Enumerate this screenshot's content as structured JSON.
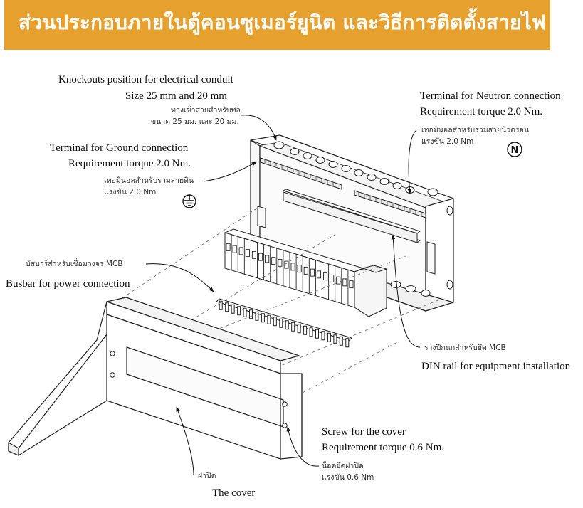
{
  "banner": {
    "title": "ส่วนประกอบภายในตู้คอนซูเมอร์ยูนิต และวิธีการติดตั้งสายไฟ",
    "color": "#e6a02e"
  },
  "labels": {
    "knockout": {
      "en_line1": "Knockouts position for electrical conduit",
      "en_line2": "Size 25 mm and 20 mm",
      "th_line1": "ทางเข้าสายสำหรับท่อ",
      "th_line2": "ขนาด 25 มม. และ 20 มม."
    },
    "neutron": {
      "en_line1": "Terminal for Neutron connection",
      "en_line2": "Requirement torque 2.0 Nm.",
      "th_line1": "เทอมินอลสำหรับรวมสายนิวตรอน",
      "th_line2": "แรงขัน 2.0 Nm",
      "symbol": "N"
    },
    "ground": {
      "en_line1": "Terminal for Ground connection",
      "en_line2": "Requirement torque 2.0 Nm.",
      "th_line1": "เทอมินอลสำหรับรวมสายดิน",
      "th_line2": "แรงขัน 2.0 Nm"
    },
    "busbar": {
      "th": "บัสบาร์สำหรับเชื่อมวงจร MCB",
      "en": "Busbar for power connection"
    },
    "dinrail": {
      "th": "รางปีกนกสำหรับยึด MCB",
      "en": "DIN rail for equipment installation"
    },
    "screw": {
      "en_line1": "Screw for the cover",
      "en_line2": "Requirement torque 0.6 Nm.",
      "th_line1": "น็อตยึดฝาปิด",
      "th_line2": "แรงขัน 0.6 Nm"
    },
    "cover": {
      "th": "ฝาปิด",
      "en": "The cover"
    }
  },
  "icons": {
    "ground_symbol": "ground-symbol-icon",
    "neutral_symbol": "neutral-symbol-icon"
  }
}
